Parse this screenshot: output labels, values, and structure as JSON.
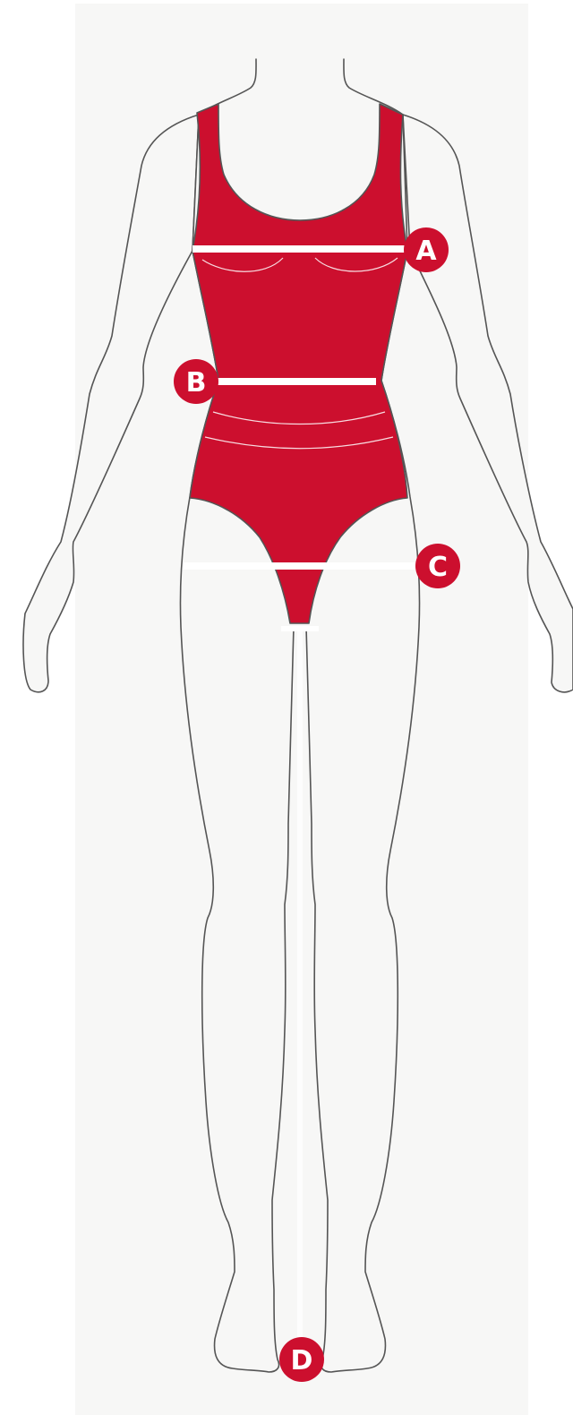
{
  "diagram": {
    "colors": {
      "background_panel": "#f7f7f6",
      "garment": "#cc0f2e",
      "outline": "#555555",
      "measure_line": "#ffffff",
      "marker": "#cc0f2e",
      "marker_text": "#ffffff"
    },
    "markers": [
      {
        "id": "A",
        "label": "A"
      },
      {
        "id": "B",
        "label": "B"
      },
      {
        "id": "C",
        "label": "C"
      },
      {
        "id": "D",
        "label": "D"
      }
    ]
  }
}
